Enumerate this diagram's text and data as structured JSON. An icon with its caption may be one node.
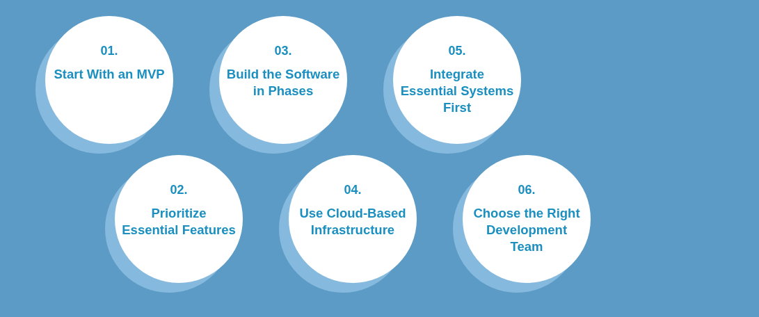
{
  "diagram": {
    "nodes": [
      {
        "text": [
          "01.",
          "Start With an MVP"
        ]
      },
      {
        "text": [
          "02.",
          "Prioritize Essential Features"
        ]
      },
      {
        "text": [
          "03.",
          "Build the Software in Phases"
        ]
      },
      {
        "text": [
          "04.",
          "Use Cloud-Based Infrastructure"
        ]
      },
      {
        "text": [
          "05.",
          "Integrate Essential Systems First"
        ]
      },
      {
        "text": [
          "06.",
          "Choose the Right Development Team"
        ]
      }
    ]
  }
}
